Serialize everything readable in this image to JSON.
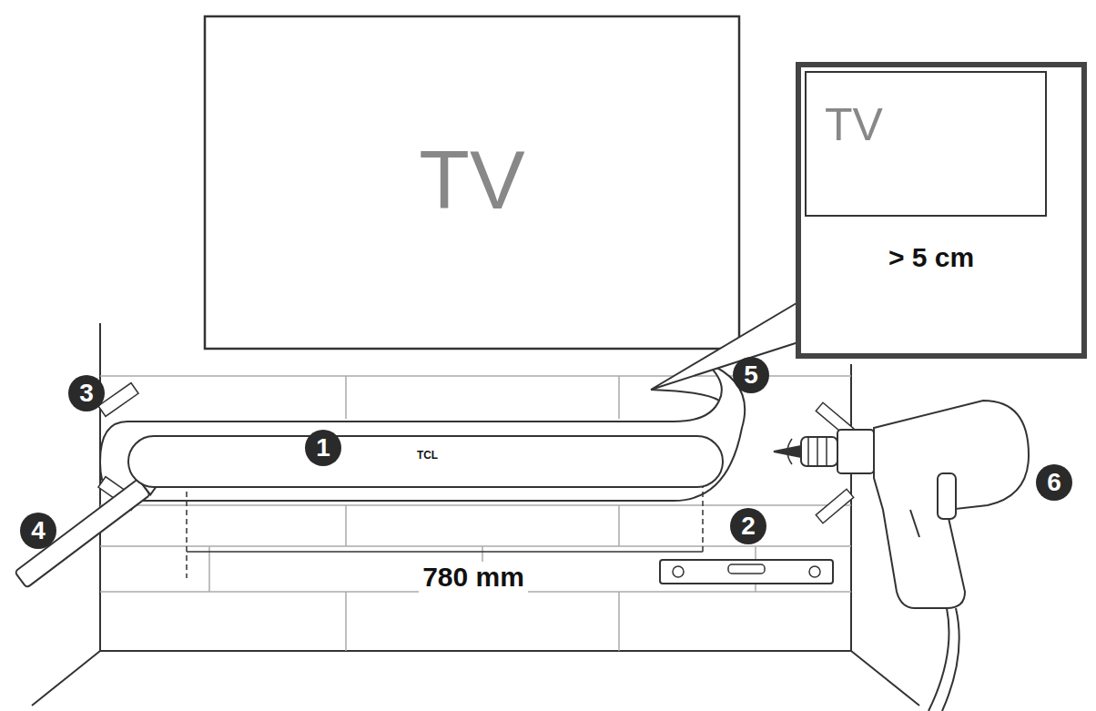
{
  "diagram": {
    "nodes": [
      {
        "text": [
          "TV"
        ]
      },
      {
        "text": [
          "> 5 cm"
        ]
      },
      {
        "text": [
          "TV"
        ],
        "in": 1
      },
      {
        "text": [
          "TCL"
        ]
      }
    ],
    "labels": [
      "1",
      "2",
      "3",
      "4",
      "5",
      "6",
      "780 mm"
    ]
  }
}
